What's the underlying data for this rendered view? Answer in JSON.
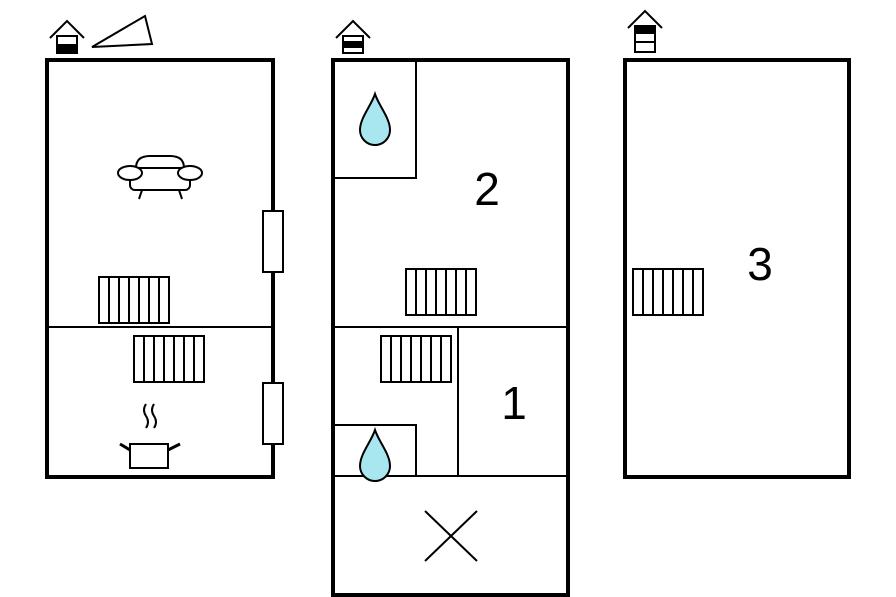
{
  "floorplan": {
    "rooms": [
      {
        "id": "room-1",
        "label": "1"
      },
      {
        "id": "room-2",
        "label": "2"
      },
      {
        "id": "room-3",
        "label": "3"
      }
    ],
    "icons": {
      "floor_marker": "house-level-icon",
      "scale": "wedge-scale-icon",
      "sofa": "sofa-icon",
      "radiator": "radiator-icon",
      "cooking_pot": "cooking-pot-icon",
      "water_drop": "water-drop-icon",
      "stair_cross": "stair-void-cross-icon",
      "window": "window-icon"
    },
    "colors": {
      "wall": "#000000",
      "background": "#ffffff",
      "water": "#a8e6f0"
    }
  }
}
